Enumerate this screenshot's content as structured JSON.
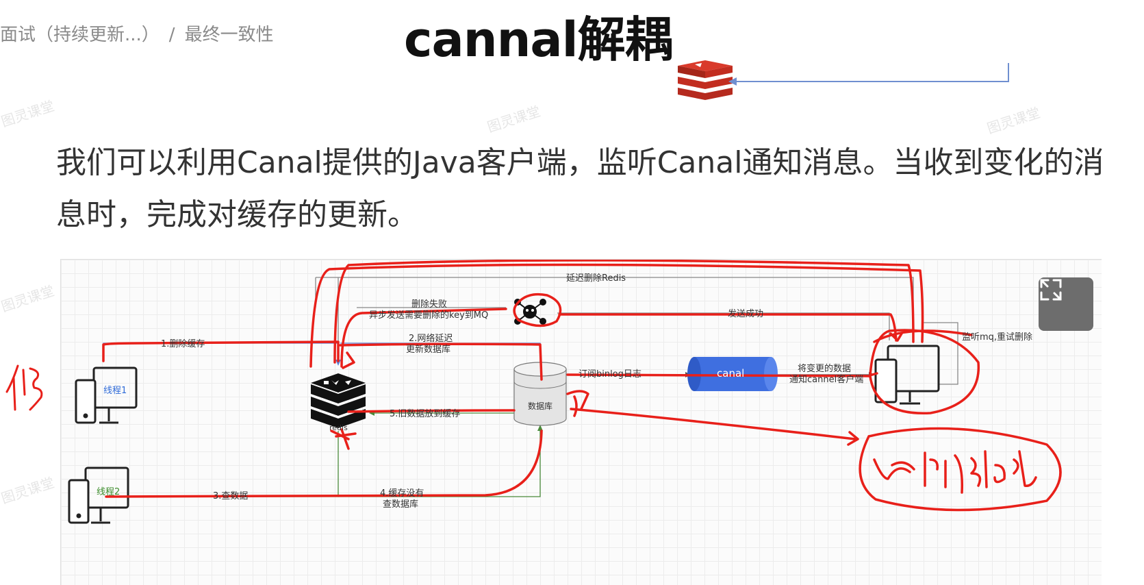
{
  "header": {
    "breadcrumb_parent": "面试（持续更新...）",
    "breadcrumb_sep": "/",
    "breadcrumb_current": "最终一致性",
    "title": "cannal解耦"
  },
  "paragraph": "我们可以利用Canal提供的Java客户端，监听Canal通知消息。当收到变化的消息时，完成对缓存的更新。",
  "watermark": "图灵课堂",
  "diagram": {
    "thread1": "线程1",
    "thread2": "线程2",
    "redis": "redis",
    "database": "数据库",
    "canal": "canal",
    "label_delete_cache": "1.删除缓存",
    "label_network_delay_1": "2.网络延迟",
    "label_network_delay_2": "更新数据库",
    "label_query_data": "3.查数据",
    "label_no_cache_1": "4.缓存没有",
    "label_no_cache_2": "查数据库",
    "label_old_data": "5.旧数据放到缓存",
    "label_delay_delete": "延迟删除Redis",
    "label_delete_fail_1": "删除失败",
    "label_delete_fail_2": "异步发送需要删除的key到MQ",
    "label_send_success": "发送成功",
    "label_subscribe": "订阅binlog日志",
    "label_notify_1": "将变更的数据",
    "label_notify_2": "通知cannel客户端",
    "label_listen_mq": "监听mq,重试删除"
  },
  "colors": {
    "annotation_red": "#e8201a",
    "arrow_blue": "#5b7fd6",
    "arrow_green": "#4a8a3a",
    "canal_fill": "#3f6fe0"
  }
}
